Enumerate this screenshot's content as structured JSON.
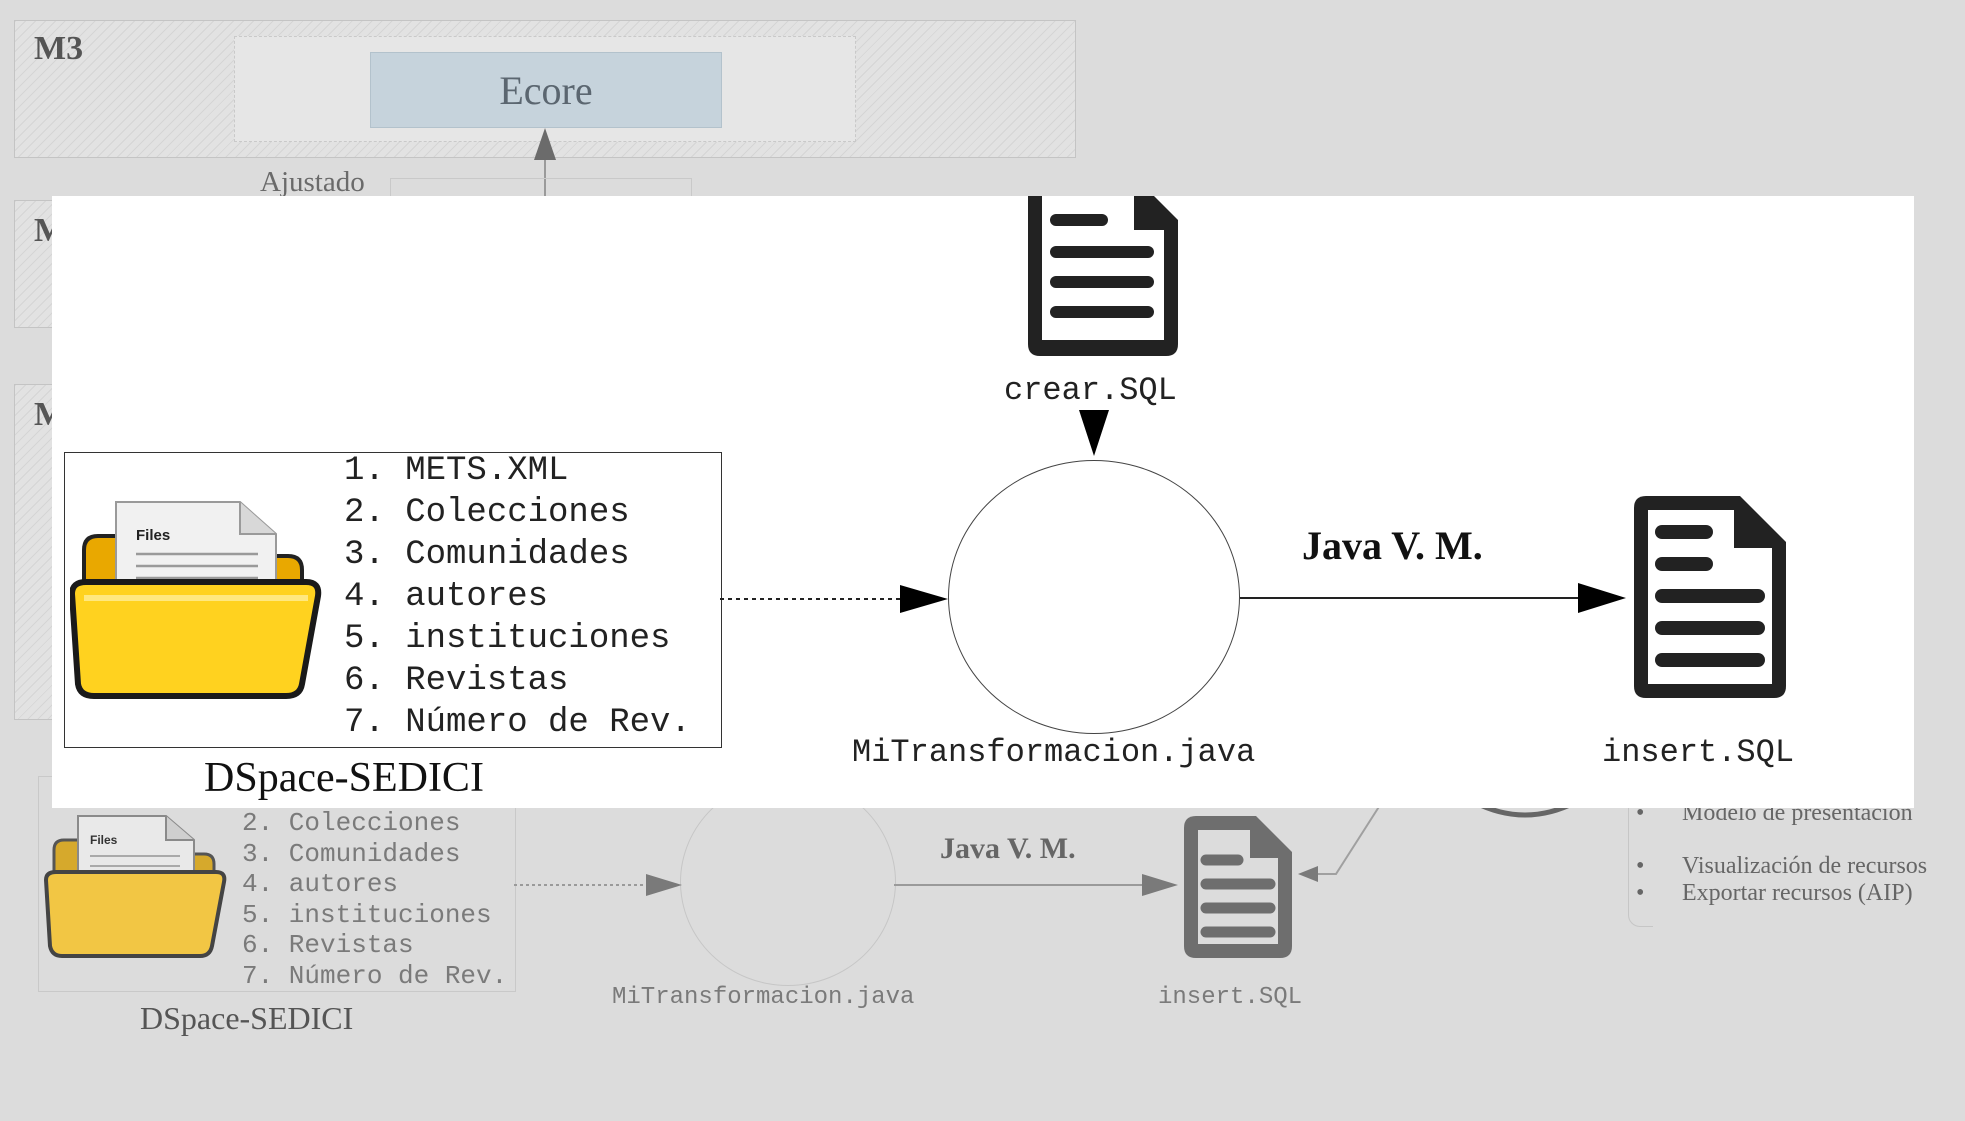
{
  "background": {
    "m3_label": "M3",
    "ecore_label": "Ecore",
    "ajustado_label": "Ajustado",
    "m2_label_fragment": "M",
    "m1_label_fragment": "M",
    "bg_files_label": "Files",
    "list_items": [
      "2. Colecciones",
      "3. Comunidades",
      "4. autores",
      "5. instituciones",
      "6. Revistas",
      "7. Número de Rev."
    ],
    "dspace_label": "DSpace-SEDICI",
    "jvm_label": "Java V. M.",
    "transform_label": "MiTransformacion.java",
    "insert_label": "insert.SQL",
    "bullets": [
      "Modelo de presentación",
      "Visualización de recursos",
      "Exportar recursos (AIP)"
    ]
  },
  "foreground": {
    "crear_label": "crear.SQL",
    "files_label": "Files",
    "list_items": [
      "1. METS.XML",
      "2. Colecciones",
      "3. Comunidades",
      "4. autores",
      "5. instituciones",
      "6. Revistas",
      "7. Número de Rev."
    ],
    "dspace_label": "DSpace-SEDICI",
    "jvm_label": "Java V. M.",
    "transform_label": "MiTransformacion.java",
    "insert_label": "insert.SQL"
  },
  "colors": {
    "page_bg": "#dcdcdc",
    "ecore_fill": "#c6d3dc",
    "folder_yellow": "#f7c51e",
    "doc_dark": "#222222",
    "bg_doc": "#6e6e6e"
  }
}
